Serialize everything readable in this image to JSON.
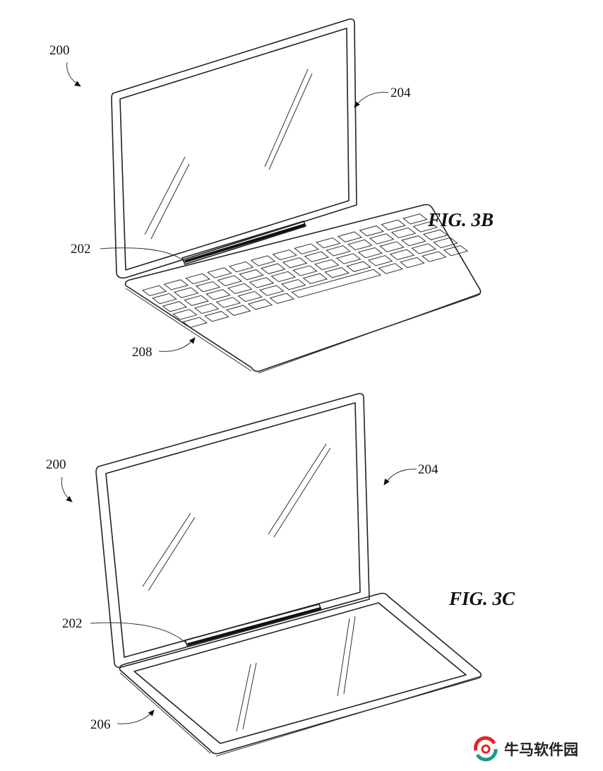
{
  "figures": [
    {
      "title": "FIG. 3B",
      "labels": {
        "device": "200",
        "display": "204",
        "hinge": "202",
        "base": "208"
      }
    },
    {
      "title": "FIG. 3C",
      "labels": {
        "device": "200",
        "display": "204",
        "hinge": "202",
        "base": "206"
      }
    }
  ],
  "watermark": {
    "text": "牛马软件园",
    "colors": {
      "red": "#e0262a",
      "teal": "#1a9a8a"
    }
  }
}
